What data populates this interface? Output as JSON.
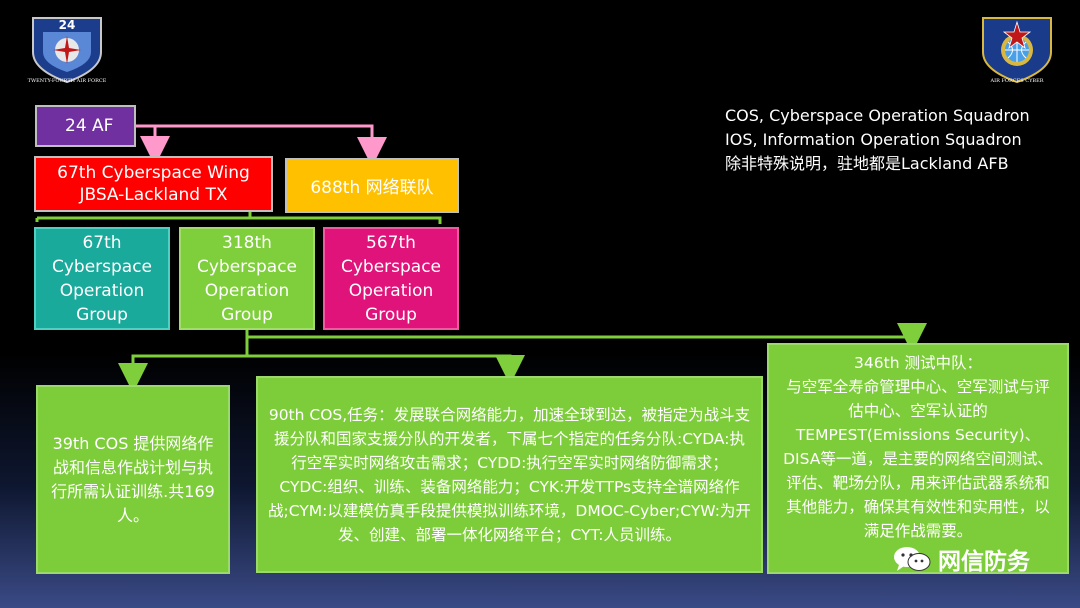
{
  "logos": {
    "left_number": "24",
    "left_ring": "TWENTY-FOURTH AIR FORCE",
    "right_ring": "AIR FORCES CYBER"
  },
  "org": {
    "af24": "24 AF",
    "wing_line1": "67th Cyberspace Wing",
    "wing_line2": "JBSA-Lackland TX",
    "unit688": "688th 网络联队",
    "groups": [
      {
        "lines": [
          "67th",
          "Cyberspace",
          "Operation",
          "Group"
        ]
      },
      {
        "lines": [
          "318th",
          "Cyberspace",
          "Operation",
          "Group"
        ]
      },
      {
        "lines": [
          "567th",
          "Cyberspace",
          "Operation",
          "Group"
        ]
      }
    ]
  },
  "legend": [
    "COS, Cyberspace Operation Squadron",
    "IOS, Information Operation Squadron",
    "除非特殊说明，驻地都是Lackland AFB"
  ],
  "squadrons": {
    "s39": "39th COS 提供网络作战和信息作战计划与执行所需认证训练.共169人。",
    "s90": "90th COS,任务：发展联合网络能力，加速全球到达，被指定为战斗支援分队和国家支援分队的开发者，下属七个指定的任务分队:CYDA:执行空军实时网络攻击需求；CYDD:执行空军实时网络防御需求；CYDC:组织、训练、装备网络能力；CYK:开发TTPs支持全谱网络作战;CYM:以建模仿真手段提供模拟训练环境，DMOC-Cyber;CYW:为开发、创建、部署一体化网络平台；CYT:人员训练。",
    "s346_title": "346th 测试中队：",
    "s346_body": "与空军全寿命管理中心、空军测试与评估中心、空军认证的TEMPEST(Emissions Security)、DISA等一道，是主要的网络空间测试、评估、靶场分队，用来评估武器系统和其他能力，确保其有效性和实用性，以满足作战需要。"
  },
  "watermark": "网信防务",
  "colors": {
    "purple": "#7030a0",
    "red": "#ff0000",
    "orange": "#ffc000",
    "teal": "#1aaa9b",
    "green": "#7fce3c",
    "magenta": "#e0137a",
    "connector_pink": "#ff99cc",
    "connector_green": "#7fce3c"
  }
}
